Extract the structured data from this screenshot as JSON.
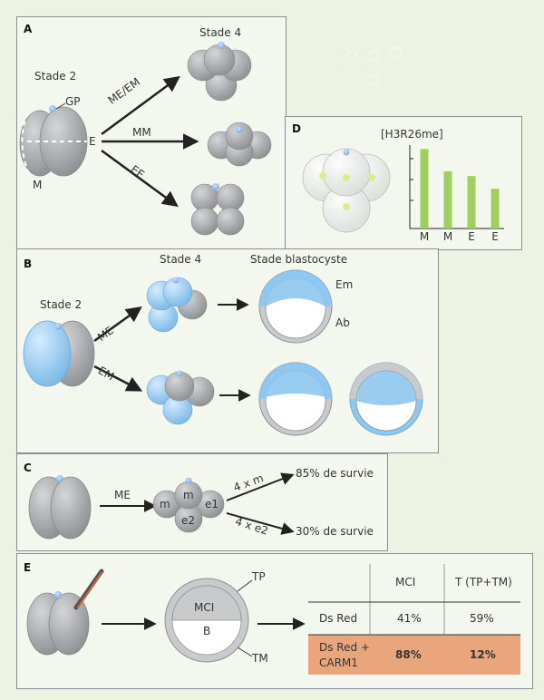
{
  "panels": {
    "A": {
      "letter": "A",
      "stage2": "Stade 2",
      "stage4": "Stade 4",
      "gp": "GP",
      "e": "E",
      "m": "M",
      "arrows": [
        "ME/EM",
        "MM",
        "EE"
      ]
    },
    "B": {
      "letter": "B",
      "stage2": "Stade 2",
      "stage4": "Stade 4",
      "blasto": "Stade blastocyste",
      "arrows": [
        "ME",
        "EM"
      ],
      "em": "Em",
      "ab": "Ab"
    },
    "C": {
      "letter": "C",
      "arrow": "ME",
      "cells": [
        "m",
        "m",
        "e1",
        "e2"
      ],
      "branches": [
        {
          "label": "4 x m",
          "result": "85% de survie"
        },
        {
          "label": "4 x e2",
          "result": "30% de survie"
        }
      ]
    },
    "D": {
      "letter": "D",
      "title": "[H3R26me]",
      "chart_data": {
        "type": "bar",
        "categories": [
          "M",
          "M",
          "E",
          "E"
        ],
        "values": [
          1.0,
          0.72,
          0.66,
          0.5
        ],
        "ylim": [
          0,
          1.05
        ]
      }
    },
    "E": {
      "letter": "E",
      "mci": "MCI",
      "b": "B",
      "tp": "TP",
      "tm": "TM",
      "table": {
        "headers": [
          "MCI",
          "T (TP+TM)"
        ],
        "rows": [
          {
            "label": "Ds Red",
            "values": [
              "41%",
              "59%"
            ]
          },
          {
            "label_line1": "Ds Red +",
            "label_line2": "CARM1",
            "values": [
              "88%",
              "12%"
            ]
          }
        ]
      }
    }
  },
  "colors": {
    "accent_blue": "#9ccdf0",
    "cell_gray": "#a9abae",
    "bar_green": "#9fcf5f",
    "highlight": "#e9a67c"
  }
}
